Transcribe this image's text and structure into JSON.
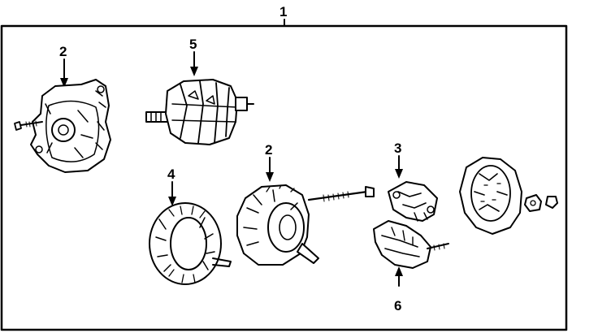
{
  "callouts": {
    "assembly": "1",
    "drive_end_housing": "2",
    "slip_ring_end_housing": "2",
    "brush_holder": "3",
    "stator": "4",
    "rotor": "5",
    "regulator": "6"
  },
  "colors": {
    "ink": "#000000",
    "background": "#ffffff"
  }
}
